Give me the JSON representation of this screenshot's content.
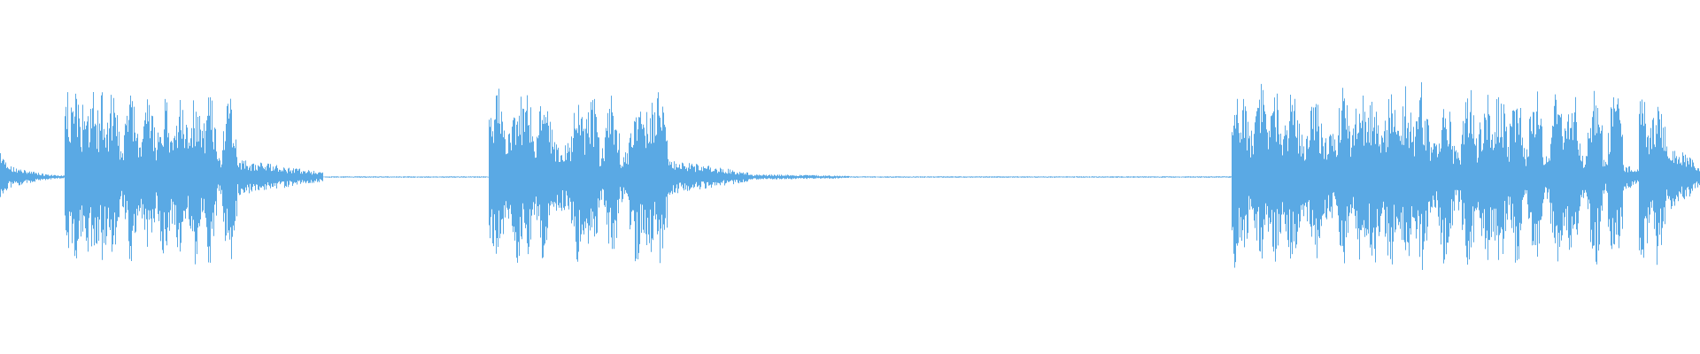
{
  "waveform": {
    "color": "#5aa9e4",
    "silence_style": "dashed",
    "bursts": [
      {
        "start": 0.0,
        "end": 0.04,
        "peak": 0.16,
        "spikes": [
          0.0
        ],
        "decay": 1.8
      },
      {
        "start": 0.038,
        "end": 0.19,
        "peak": 0.52,
        "spikes": [
          0.04,
          0.044,
          0.05,
          0.055,
          0.06,
          0.066,
          0.077,
          0.087,
          0.097,
          0.106,
          0.115,
          0.123,
          0.135
        ],
        "decay": 1.0
      },
      {
        "start": 0.287,
        "end": 0.44,
        "peak": 0.54,
        "spikes": [
          0.288,
          0.293,
          0.305,
          0.31,
          0.32,
          0.34,
          0.348,
          0.36,
          0.374,
          0.382,
          0.388
        ],
        "decay": 1.0
      },
      {
        "start": 0.44,
        "end": 0.5,
        "peak": 0.03,
        "spikes": [],
        "decay": 0.3
      },
      {
        "start": 0.724,
        "end": 0.964,
        "peak": 0.56,
        "spikes": [
          0.726,
          0.73,
          0.742,
          0.75,
          0.76,
          0.773,
          0.79,
          0.8,
          0.808,
          0.818,
          0.827,
          0.836,
          0.85,
          0.864,
          0.874,
          0.882,
          0.892,
          0.903,
          0.916,
          0.925,
          0.938,
          0.95
        ],
        "decay": 0.5
      },
      {
        "start": 0.964,
        "end": 1.0,
        "peak": 0.54,
        "spikes": [
          0.966,
          0.975
        ],
        "decay": 0.6
      }
    ]
  }
}
